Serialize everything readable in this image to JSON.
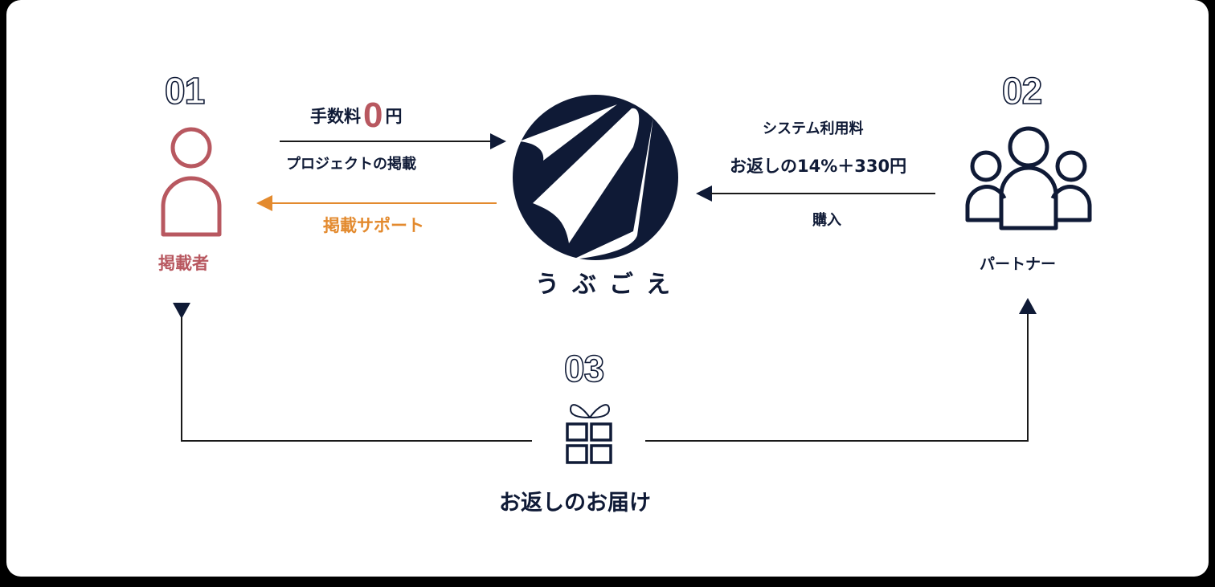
{
  "colors": {
    "navy": "#0f1a36",
    "red": "#b85860",
    "orange": "#e38a2e",
    "background": "#ffffff"
  },
  "center": {
    "logo_icon": "ubugoe-logo-icon",
    "brand_name": "うぶごえ"
  },
  "nodes": [
    {
      "number": "01",
      "icon": "person-icon",
      "label": "掲載者"
    },
    {
      "number": "02",
      "icon": "group-icon",
      "label": "パートナー"
    },
    {
      "number": "03",
      "icon": "gift-icon",
      "label": "お返しのお届け"
    }
  ],
  "flows": {
    "poster_to_center": {
      "top_prefix": "手数料",
      "top_highlight": "0",
      "top_suffix": "円",
      "bottom": "プロジェクトの掲載"
    },
    "center_to_poster": {
      "label": "掲載サポート"
    },
    "partner_to_center": {
      "top_line1": "システム利用料",
      "top_line2": "お返しの14%＋330円",
      "bottom": "購入"
    }
  }
}
